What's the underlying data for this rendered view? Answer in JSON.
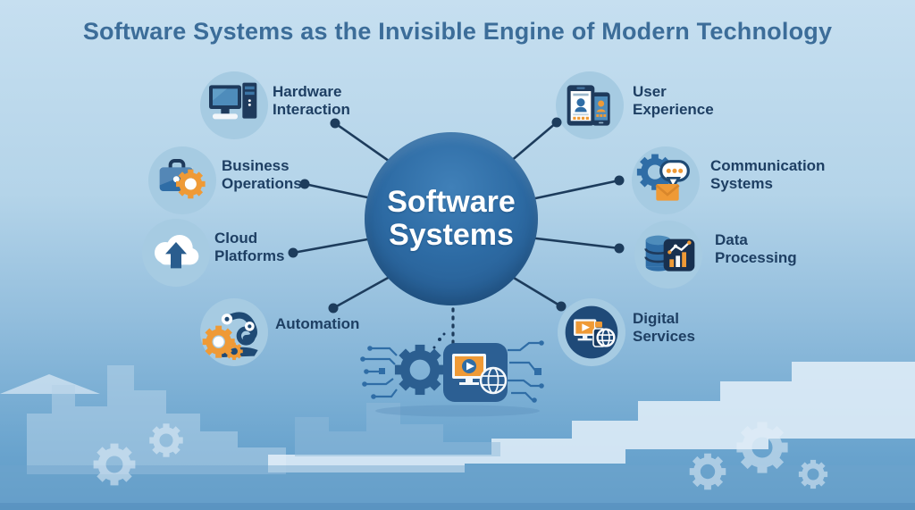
{
  "title": "Software Systems as the Invisible Engine of Modern Technology",
  "center": {
    "title": "Software Systems",
    "line1": "Software",
    "line2": "Systems"
  },
  "nodes": [
    {
      "label": "Hardware Interaction",
      "icon": "desktop-computer-icon"
    },
    {
      "label": "Business Operations",
      "icon": "briefcase-gear-icon"
    },
    {
      "label": "Cloud Platforms",
      "icon": "cloud-upload-icon"
    },
    {
      "label": "Automation",
      "icon": "robot-arm-gears-icon"
    },
    {
      "label": "User Experience",
      "icon": "tablet-phone-profile-icon"
    },
    {
      "label": "Communication Systems",
      "icon": "gear-chat-envelope-icon"
    },
    {
      "label": "Data Processing",
      "icon": "database-chart-icon"
    },
    {
      "label": "Digital Services",
      "icon": "media-globe-devices-icon"
    }
  ],
  "footer_icon": "circuit-gear-media-icon",
  "colors": {
    "background_top": "#c6dff0",
    "background_bottom": "#5e9ac7",
    "center_circle": "#2d6ba4",
    "title_text": "#3c6d99",
    "label_text": "#1e3f63",
    "connector_line": "#1d3c5c",
    "icon_background": "#a6cbe2",
    "primary_blue": "#2f6da6",
    "dark_navy": "#1e3a5c",
    "accent_orange": "#ef9a36"
  }
}
